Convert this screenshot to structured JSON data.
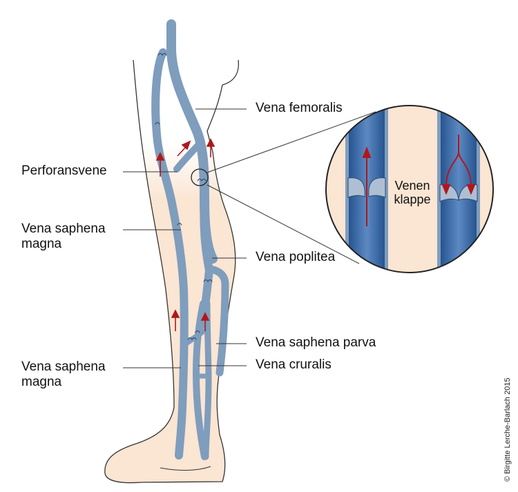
{
  "labels": {
    "vena_femoralis": "Vena femoralis",
    "perforansvene": "Perforansvene",
    "vena_saphena_magna_upper": [
      "Vena saphena",
      "magna"
    ],
    "vena_poplitea": "Vena poplitea",
    "vena_saphena_parva": "Vena saphena parva",
    "vena_cruralis": "Vena cruralis",
    "vena_saphena_magna_lower": [
      "Vena saphena",
      "magna"
    ],
    "venenklappe": [
      "Venen",
      "klappe"
    ]
  },
  "copyright": "© Birgitte Lerche-Barlach 2015",
  "colors": {
    "vein": "#7f9dbc",
    "vein_dark": "#1f4f8c",
    "vein_inner": "#4c78b3",
    "skin": "#fbe5d3",
    "arrow": "#b0171c",
    "outline": "#333333"
  }
}
